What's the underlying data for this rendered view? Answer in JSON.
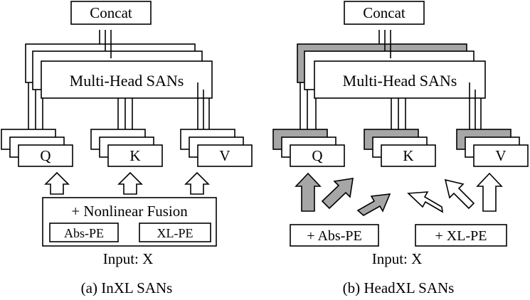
{
  "left": {
    "concat_label": "Concat",
    "mhsan_label": "Multi-Head SANs",
    "q_label": "Q",
    "k_label": "K",
    "v_label": "V",
    "fusion_label": "+ Nonlinear Fusion",
    "abs_pe_label": "Abs-PE",
    "xl_pe_label": "XL-PE",
    "input_label": "Input: X",
    "caption": "(a) InXL SANs"
  },
  "right": {
    "concat_label": "Concat",
    "mhsan_label": "Multi-Head SANs",
    "q_label": "Q",
    "k_label": "K",
    "v_label": "V",
    "abs_pe_label": "+ Abs-PE",
    "xl_pe_label": "+ XL-PE",
    "input_label": "Input: X",
    "caption": "(b) HeadXL SANs"
  },
  "colors": {
    "line": "#000000",
    "box_fill": "#ffffff",
    "highlight_fill": "#a6a6a6"
  }
}
